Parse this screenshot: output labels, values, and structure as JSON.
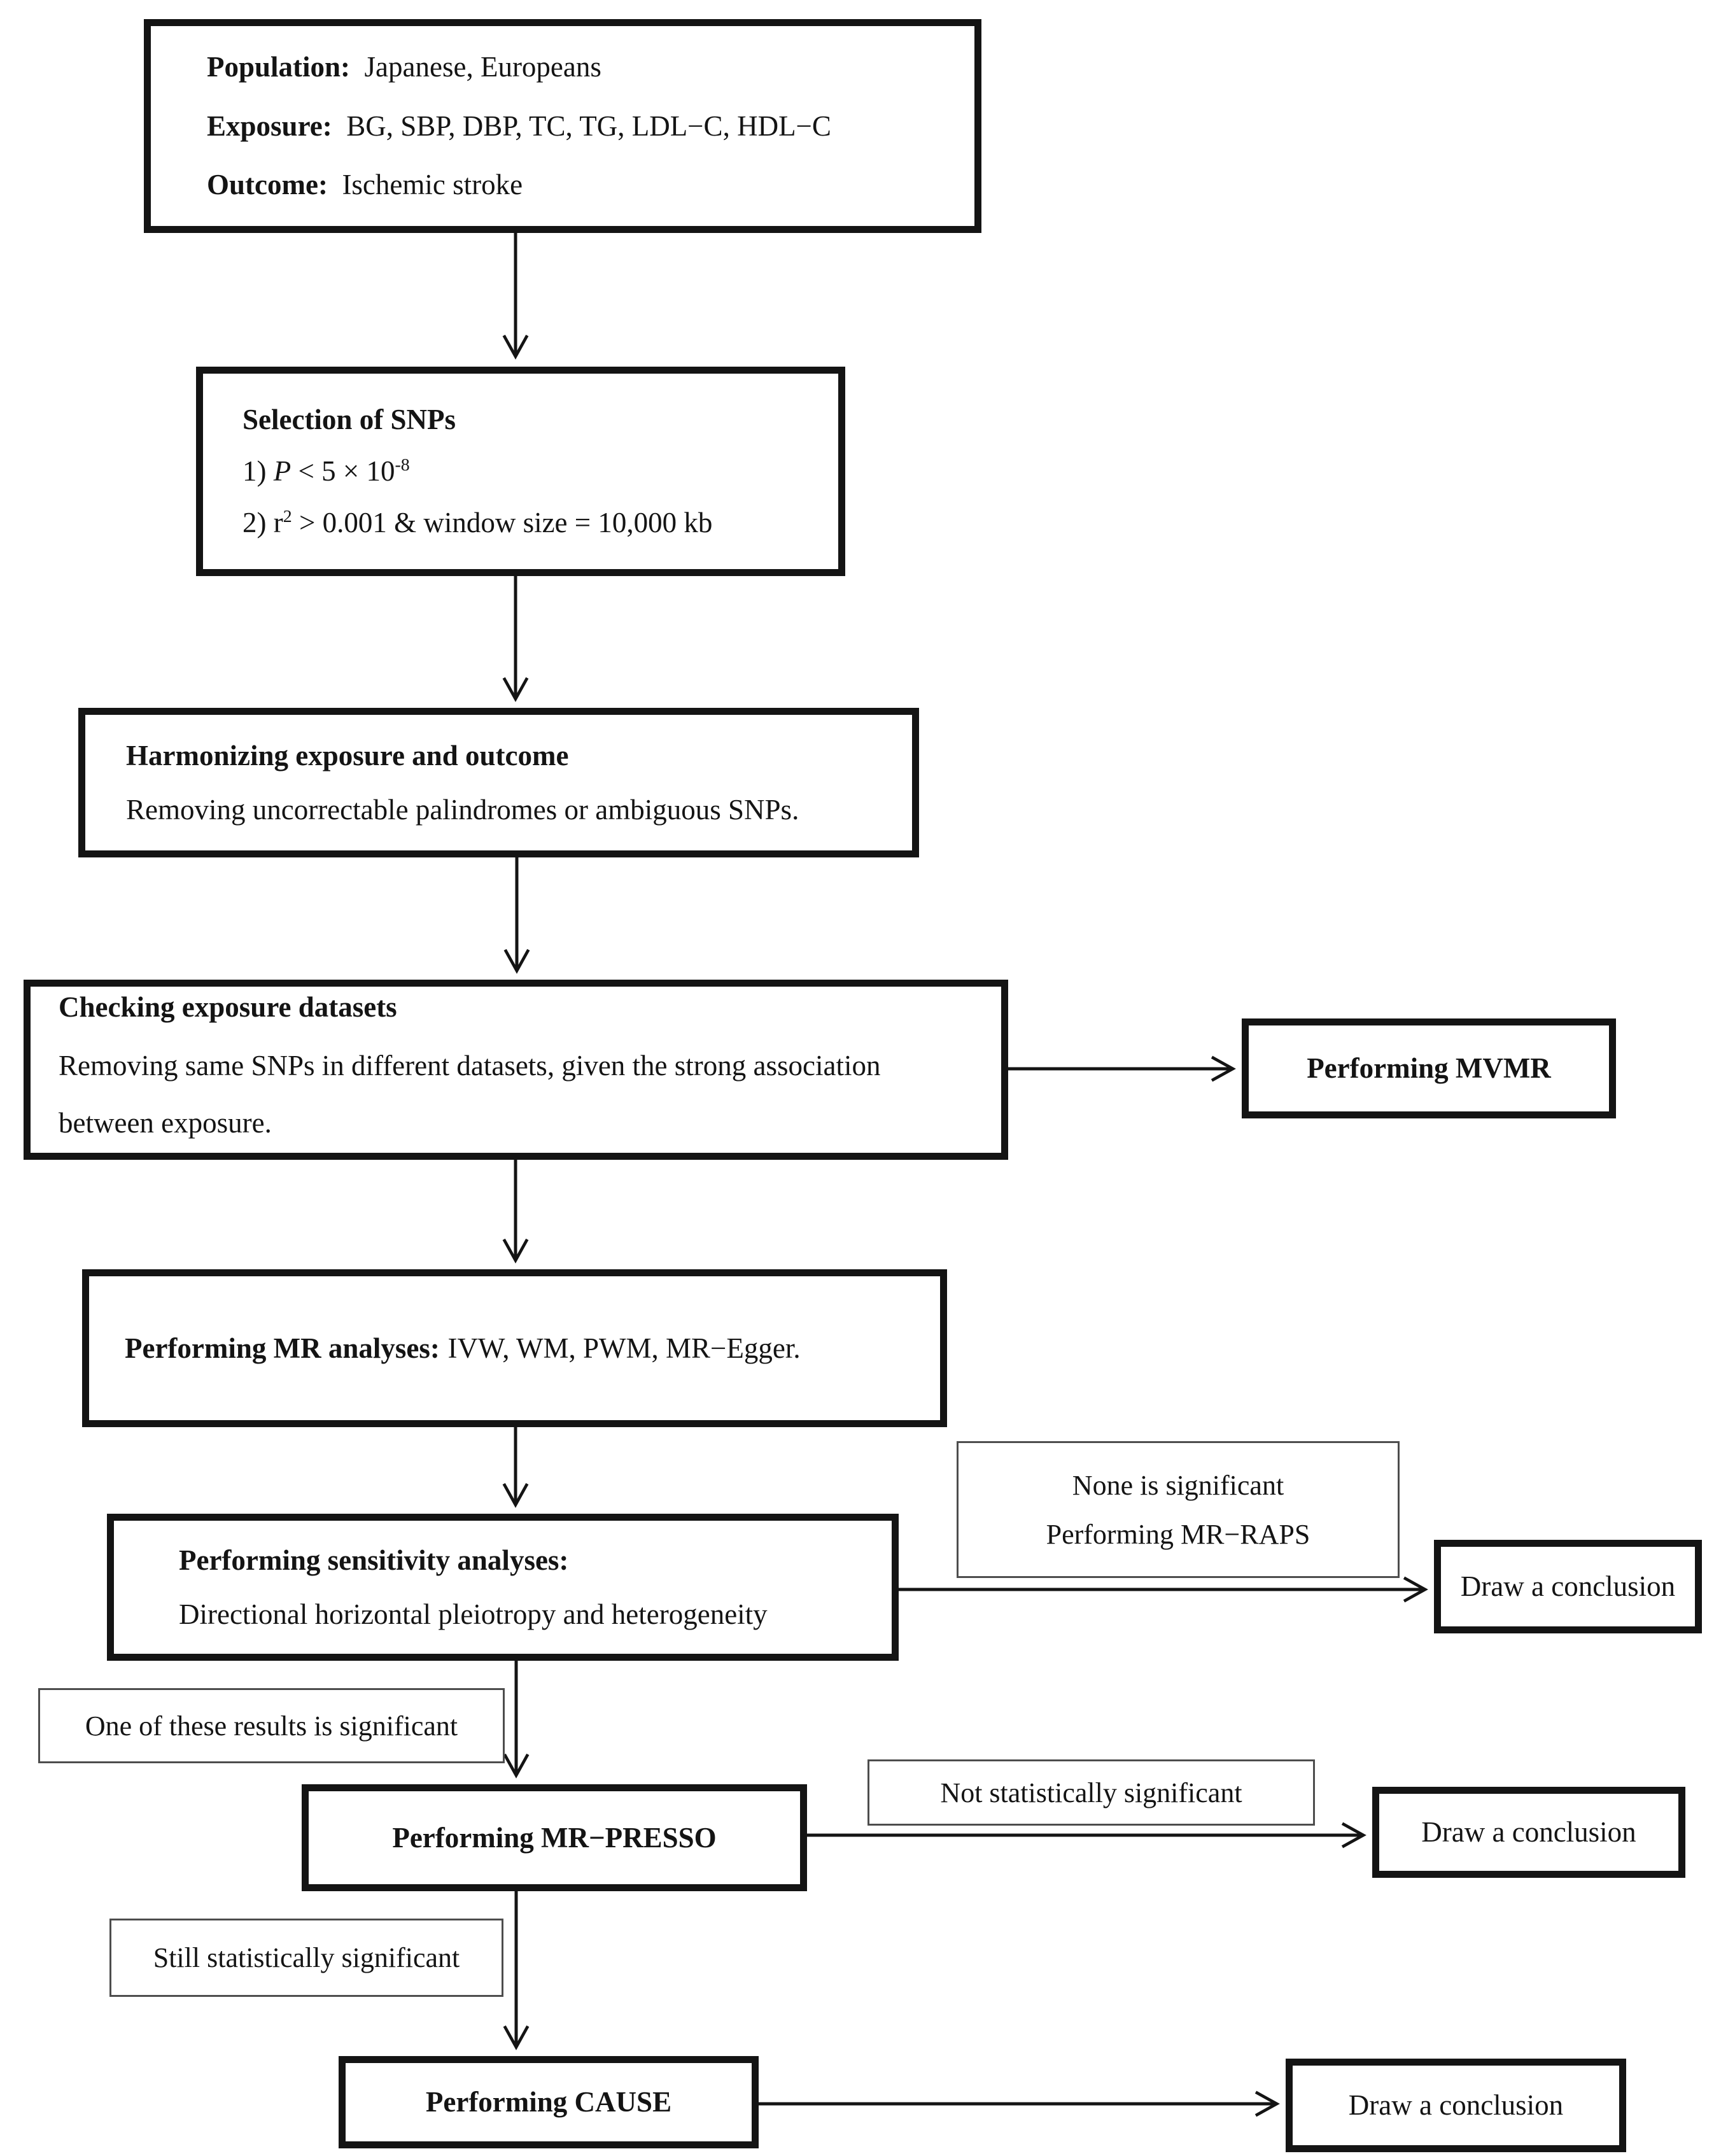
{
  "figure": {
    "background": "#ffffff",
    "line_color": "#141414",
    "text_color": "#141414"
  },
  "boxes": {
    "population": {
      "rows": [
        {
          "label": "Population:",
          "text": "Japanese, Europeans"
        },
        {
          "label": "Exposure:",
          "text": "BG, SBP, DBP, TC, TG, LDL−C, HDL−C"
        },
        {
          "label": "Outcome:",
          "text": "Ischemic stroke"
        }
      ]
    },
    "snp_selection": {
      "title": "Selection of SNPs",
      "criterion1": {
        "prefix": "1) ",
        "symbol": "P",
        "mid": " < 5 × 10",
        "sup": "-8"
      },
      "criterion2": {
        "prefix": "2) r",
        "sup": "2",
        "rest": " > 0.001 & window size = 10,000 kb"
      }
    },
    "harmonizing": {
      "title": "Harmonizing exposure and outcome",
      "body": "Removing uncorrectable palindromes or ambiguous SNPs."
    },
    "checking": {
      "title": "Checking exposure datasets",
      "body": "Removing same SNPs in different datasets, given the strong association between exposure."
    },
    "mvmr": {
      "title": "Performing MVMR"
    },
    "mr_analyses": {
      "label": "Performing MR analyses:",
      "text": "IVW, WM, PWM, MR−Egger."
    },
    "sensitivity": {
      "title": "Performing sensitivity analyses:",
      "body": "Directional horizontal pleiotropy and heterogeneity"
    },
    "mr_presso": {
      "title": "Performing MR−PRESSO"
    },
    "cause": {
      "title": "Performing CAUSE"
    },
    "conclusion_1": {
      "text": "Draw a conclusion"
    },
    "conclusion_2": {
      "text": "Draw a conclusion"
    },
    "conclusion_3": {
      "text": "Draw a conclusion"
    }
  },
  "edge_labels": {
    "mr_raps": {
      "line1": "None is significant",
      "line2": "Performing MR−RAPS"
    },
    "one_significant": "One of these results is significant",
    "not_significant": "Not statistically significant",
    "still_significant": "Still statistically significant"
  }
}
